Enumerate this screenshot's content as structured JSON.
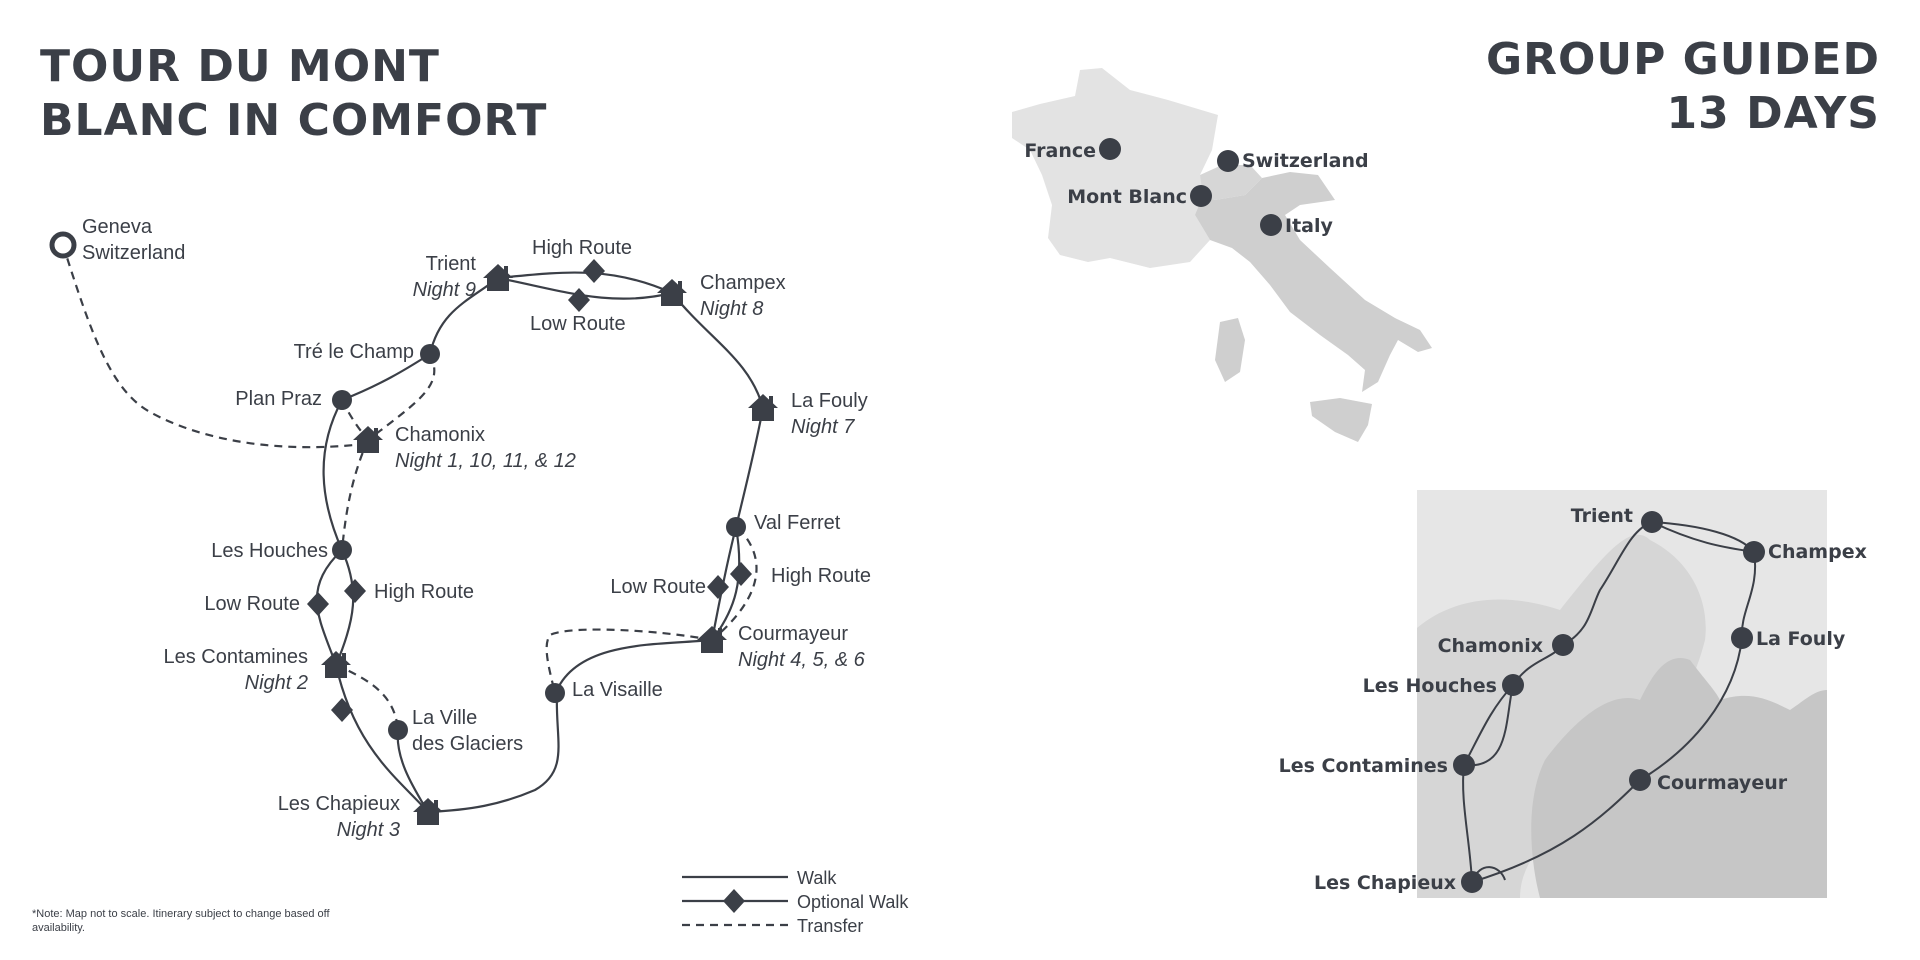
{
  "title": {
    "line1": "TOUR DU MONT",
    "line2": "BLANC IN COMFORT"
  },
  "badge": {
    "line1": "GROUP GUIDED",
    "line2": "13 DAYS"
  },
  "colors": {
    "ink": "#3b3f47",
    "region_light": "#e6e6e6",
    "region_mid": "#d2d2d2",
    "region_dark": "#c4c4c4"
  },
  "route_map": {
    "start": {
      "name": "Geneva",
      "country": "Switzerland"
    },
    "stops": {
      "trient": {
        "name": "Trient",
        "night": "Night 9"
      },
      "champex": {
        "name": "Champex",
        "night": "Night 8"
      },
      "la_fouly": {
        "name": "La Fouly",
        "night": "Night 7"
      },
      "val_ferret": {
        "name": "Val Ferret"
      },
      "courmayeur": {
        "name": "Courmayeur",
        "night": "Night 4, 5, & 6"
      },
      "la_visaille": {
        "name": "La Visaille"
      },
      "les_chapieux": {
        "name": "Les Chapieux",
        "night": "Night 3"
      },
      "la_ville": {
        "name_line1": "La Ville",
        "name_line2": "des Glaciers"
      },
      "les_contamines": {
        "name": "Les Contamines",
        "night": "Night 2"
      },
      "les_houches": {
        "name": "Les Houches"
      },
      "chamonix": {
        "name": "Chamonix",
        "night": "Night 1, 10, 11, & 12"
      },
      "plan_praz": {
        "name": "Plan Praz"
      },
      "tre_le_champ": {
        "name": "Tré le Champ"
      }
    },
    "variants": {
      "north_high": "High Route",
      "north_low": "Low Route",
      "west_high": "High Route",
      "west_low": "Low Route",
      "east_high": "High Route",
      "east_low": "Low Route"
    }
  },
  "overview_map": {
    "countries": {
      "france": "France",
      "switzerland": "Switzerland",
      "italy": "Italy"
    },
    "peak": "Mont Blanc"
  },
  "detail_map": {
    "points": {
      "trient": "Trient",
      "champex": "Champex",
      "la_fouly": "La Fouly",
      "chamonix": "Chamonix",
      "les_houches": "Les Houches",
      "les_contamines": "Les Contamines",
      "courmayeur": "Courmayeur",
      "les_chapieux": "Les Chapieux"
    }
  },
  "legend": {
    "walk": "Walk",
    "optional_walk": "Optional Walk",
    "transfer": "Transfer"
  },
  "note": "*Note: Map not to scale. Itinerary subject to change based off availability."
}
